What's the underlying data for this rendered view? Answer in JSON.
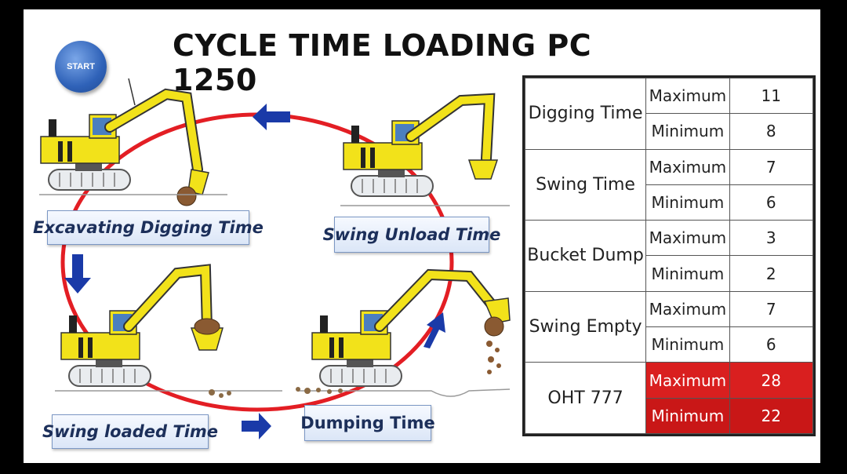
{
  "title": "CYCLE TIME LOADING PC 1250",
  "start_label": "START",
  "stages": [
    {
      "label": "Excavating  Digging Time"
    },
    {
      "label": "Swing Unload Time"
    },
    {
      "label": "Swing loaded Time"
    },
    {
      "label": "Dumping Time"
    }
  ],
  "table": {
    "groups": [
      {
        "name": "Digging Time",
        "rows": [
          {
            "label": "Maximum",
            "value": "11"
          },
          {
            "label": "Minimum",
            "value": "8"
          }
        ]
      },
      {
        "name": "Swing Time",
        "rows": [
          {
            "label": "Maximum",
            "value": "7"
          },
          {
            "label": "Minimum",
            "value": "6"
          }
        ]
      },
      {
        "name": "Bucket Dump",
        "rows": [
          {
            "label": "Maximum",
            "value": "3"
          },
          {
            "label": "Minimum",
            "value": "2"
          }
        ]
      },
      {
        "name": "Swing Empty",
        "rows": [
          {
            "label": "Maximum",
            "value": "7"
          },
          {
            "label": "Minimum",
            "value": "6"
          }
        ]
      },
      {
        "name": "OHT 777",
        "rows": [
          {
            "label": "Maximum",
            "value": "28"
          },
          {
            "label": "Minimum",
            "value": "22"
          }
        ],
        "highlight": "#d91f1f"
      }
    ]
  },
  "colors": {
    "cycle_line": "#e31e24",
    "arrow": "#1a3aa8",
    "excavator_body": "#f2e21a",
    "label_text": "#1c2f5a"
  },
  "icons": [
    "excavator-icon",
    "flow-arrow-icon",
    "dirt-pile-icon"
  ]
}
